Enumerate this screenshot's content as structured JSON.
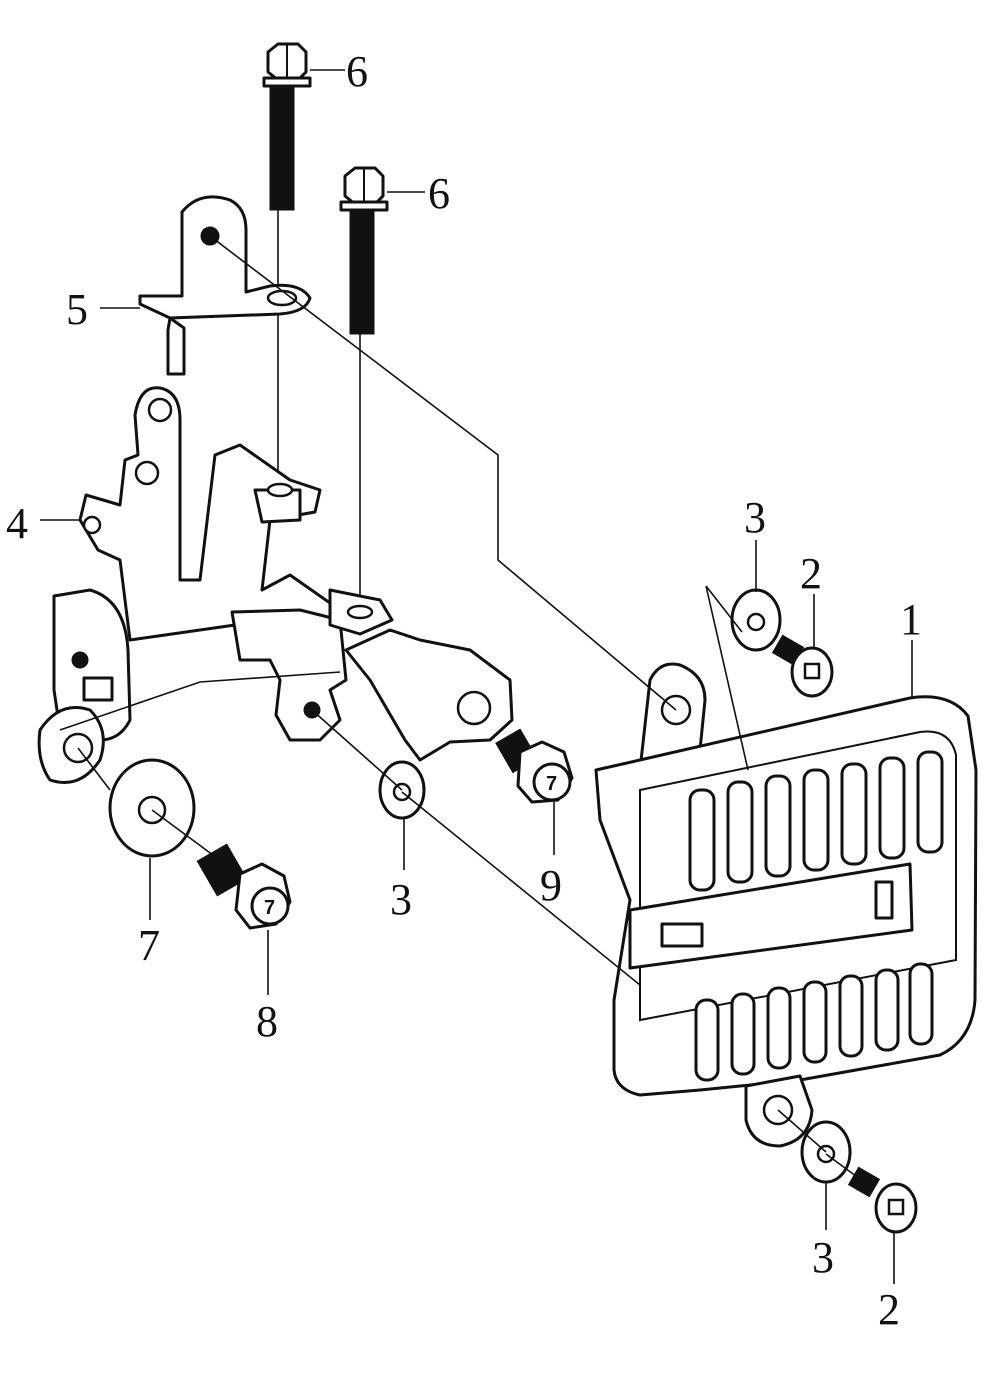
{
  "diagram": {
    "callouts": {
      "c1": "1",
      "c2a": "2",
      "c2b": "2",
      "c3a": "3",
      "c3b": "3",
      "c3c": "3",
      "c4": "4",
      "c5": "5",
      "c6a": "6",
      "c6b": "6",
      "c7": "7",
      "c8": "8",
      "c9": "9"
    },
    "bolt_head_mark": "7"
  }
}
